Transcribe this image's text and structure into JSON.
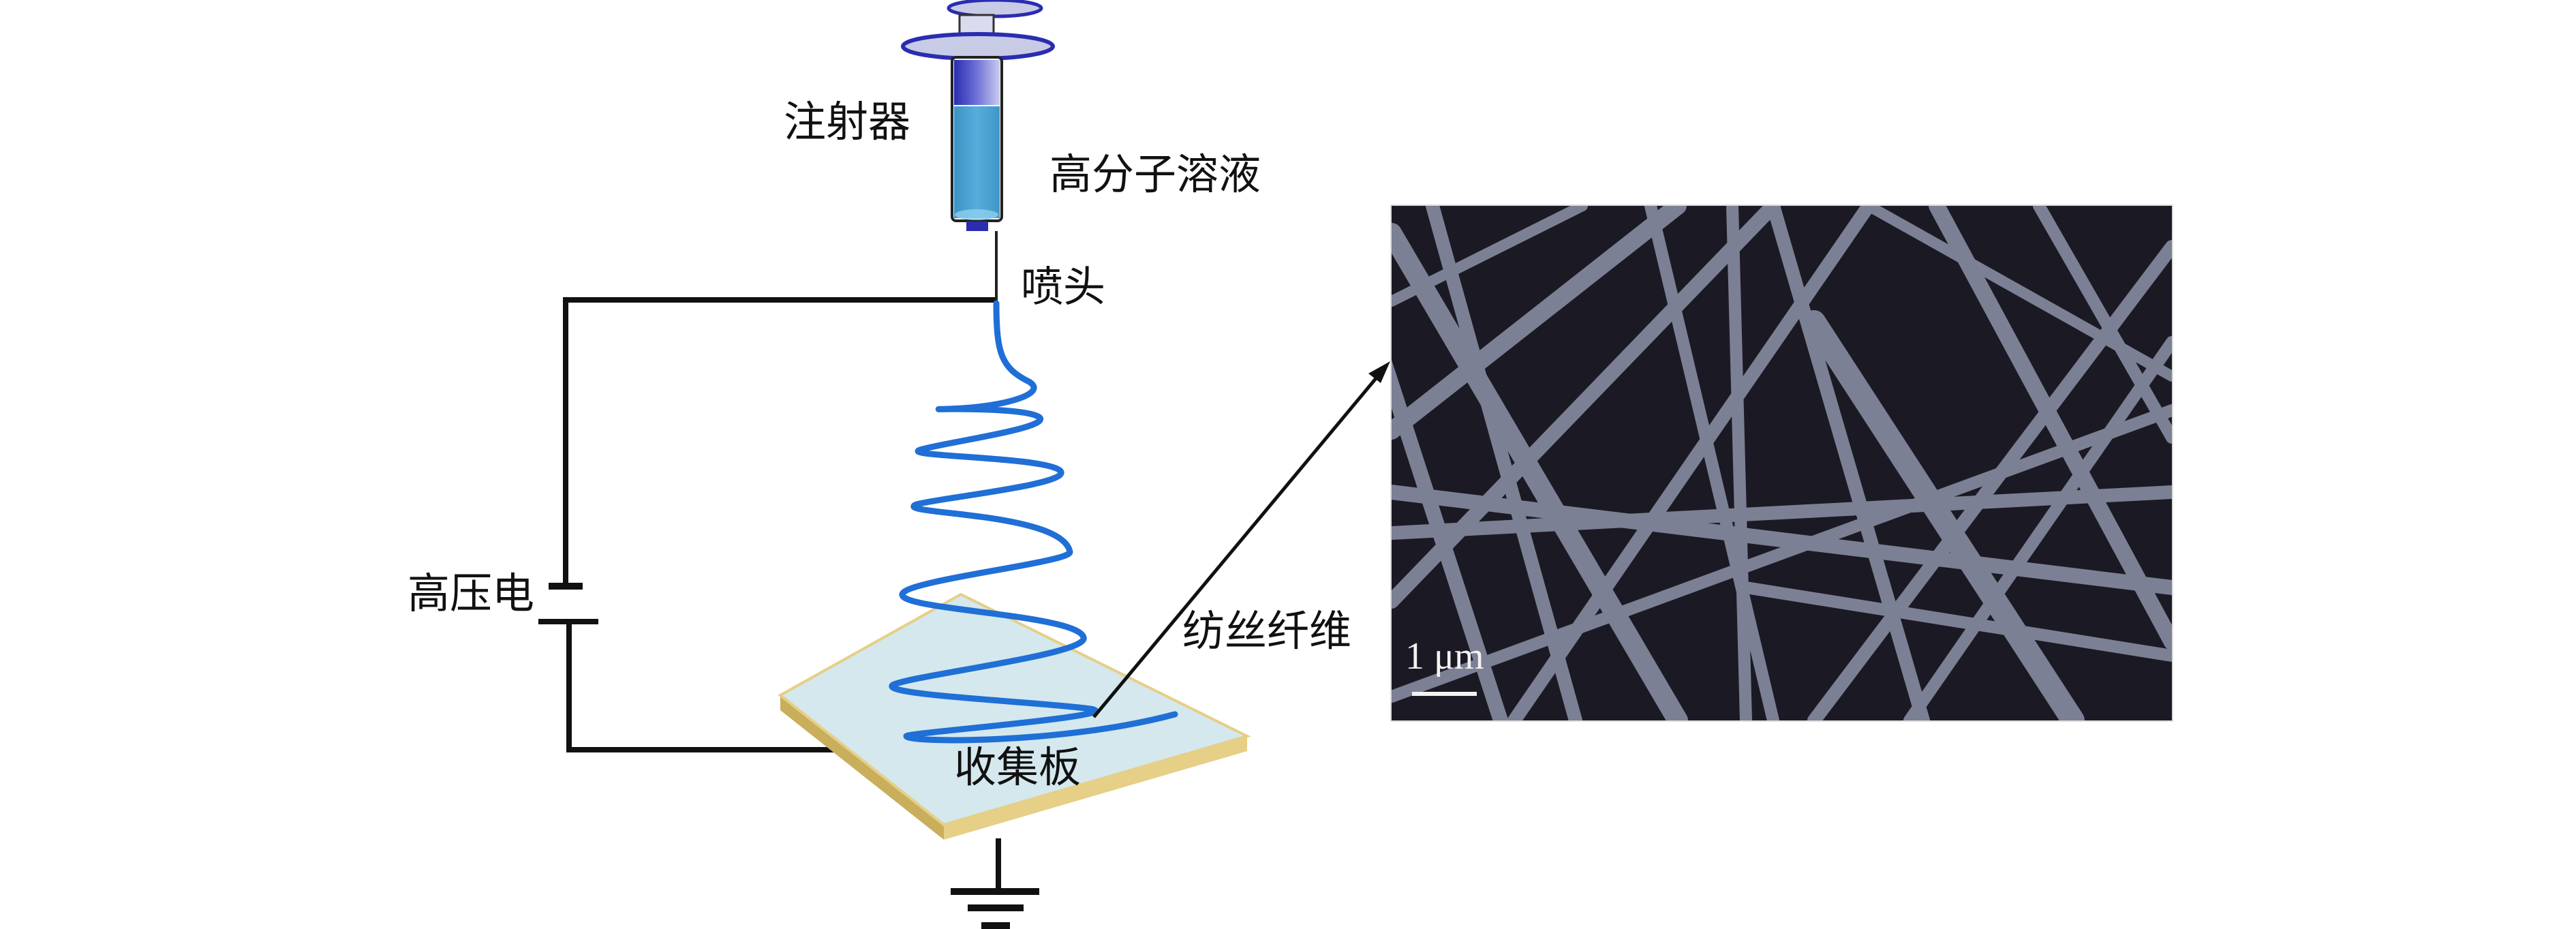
{
  "labels": {
    "syringe": "注射器",
    "polymer_solution": "高分子溶液",
    "nozzle": "喷头",
    "high_voltage": "高压电",
    "spun_fiber": "纺丝纤维",
    "collector": "收集板"
  },
  "sem_image": {
    "scale_bar_label": "1 μm"
  },
  "colors": {
    "solution": "#4fa6d2",
    "jet": "#1f6fd6",
    "plunger": "#2a2db0",
    "plate_top": "#d4e8ee",
    "plate_edge": "#e6cf86",
    "wire": "#111111",
    "sem_bg": "#1b1a24",
    "sem_fiber": "#7c8094"
  }
}
